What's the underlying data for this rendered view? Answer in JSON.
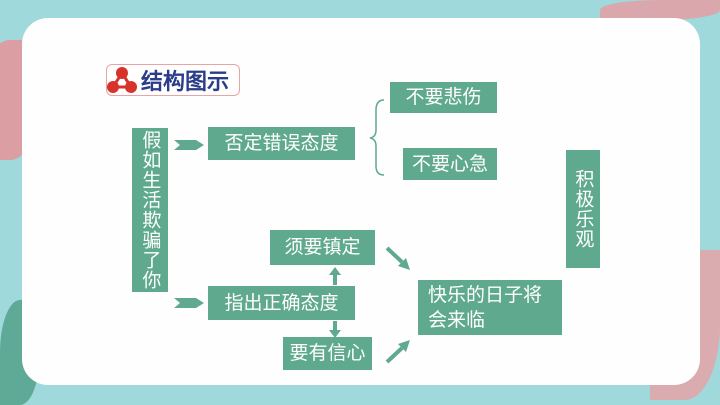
{
  "title": "结构图示",
  "root": "假如生活欺骗了你",
  "branch1": {
    "label": "否定错误态度",
    "items": [
      "不要悲伤",
      "不要心急"
    ]
  },
  "branch2": {
    "label": "指出正确态度",
    "up": "须要镇定",
    "down": "要有信心",
    "result": "快乐的日子将会来临"
  },
  "conclusion": "积极乐观",
  "colors": {
    "box": "#5fa98e",
    "title": "#2b3d8a",
    "icon": "#d7332b",
    "background": "#9fd9dc"
  }
}
